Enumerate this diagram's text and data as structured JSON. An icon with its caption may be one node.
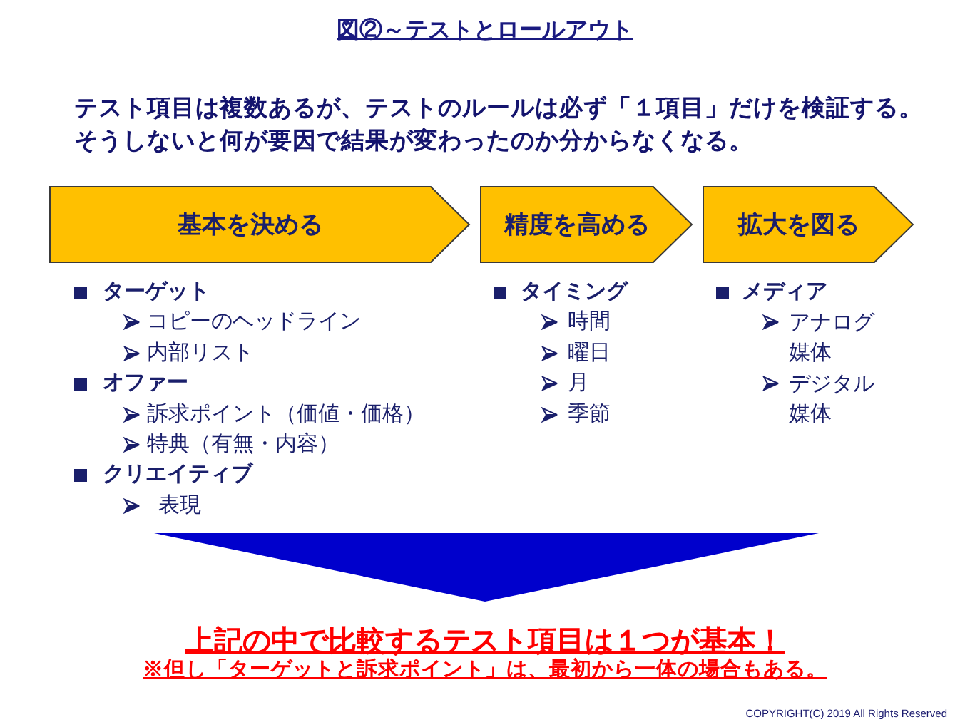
{
  "diagram": {
    "title": "図②～テストとロールアウト",
    "nodes": [
      {
        "text": [
          "基本を決める"
        ],
        "beside": [
          "ターゲット",
          "コピーのヘッドライン",
          "内部リスト",
          "オファー",
          "訴求ポイント（価値・価格）",
          "特典（有無・内容）",
          "クリエイティブ",
          "表現"
        ]
      },
      {
        "text": [
          "精度を高める"
        ],
        "beside": [
          "タイミング",
          "時間",
          "曜日",
          "月",
          "季節"
        ]
      },
      {
        "text": [
          "拡大を図る"
        ],
        "beside": [
          "メディア",
          "アナログ媒体",
          "デジタル媒体"
        ]
      }
    ],
    "labels": [
      "テスト項目は複数あるが、テストのルールは必ず「１項目」だけを検証する。",
      "そうしないと何が要因で結果が変わったのか分からなくなる。",
      "上記の中で比較するテスト項目は１つが基本！",
      "※但し「ターゲットと訴求ポイント」は、最初から一体の場合もある。",
      "COPYRIGHT(C) 2019 All Rights Reserved"
    ]
  }
}
